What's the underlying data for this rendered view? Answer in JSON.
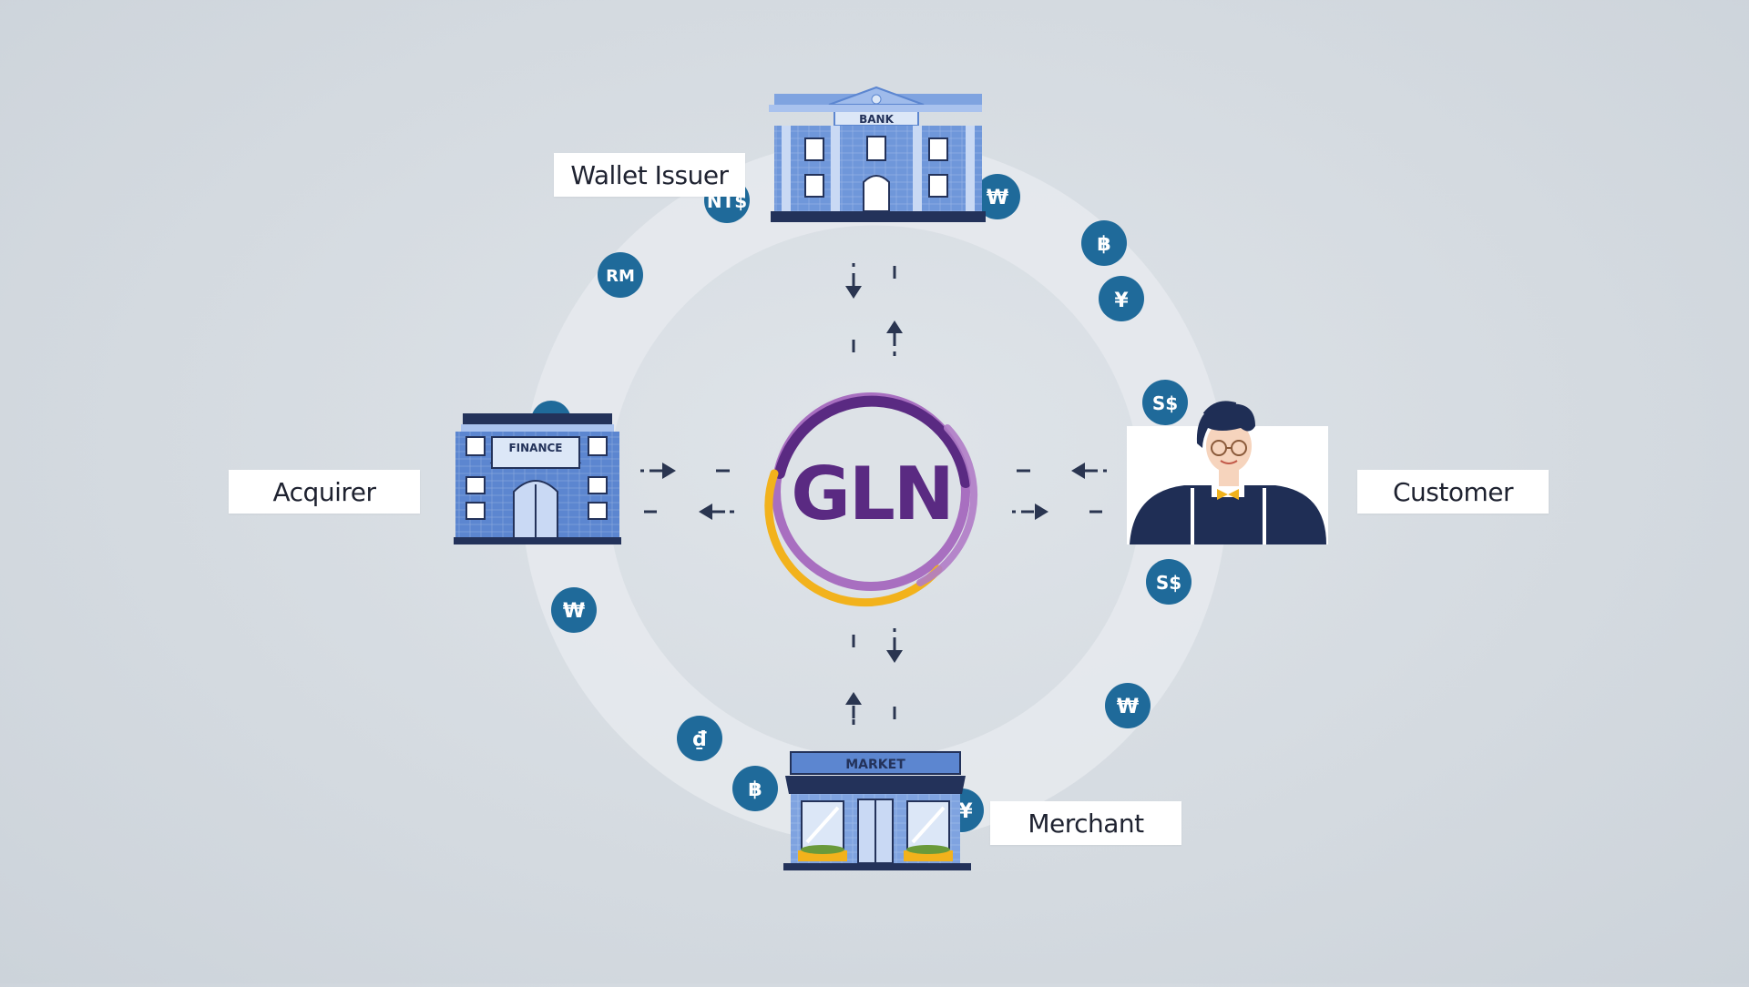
{
  "center": {
    "logo_text": "GLN"
  },
  "labels": {
    "wallet_issuer": "Wallet Issuer",
    "acquirer": "Acquirer",
    "customer": "Customer",
    "merchant": "Merchant"
  },
  "buildings": {
    "bank_sign": "BANK",
    "finance_sign": "FINANCE",
    "market_sign": "MARKET"
  },
  "currency_coins": [
    "NT$",
    "₩",
    "RM",
    "฿",
    "¥",
    "S$",
    "S$",
    "₩",
    "₩",
    "₫",
    "฿",
    "¥"
  ],
  "colors": {
    "background": "#d4dae0",
    "ring": "#e6e9ed",
    "coin": "#1f6a9a",
    "arrow": "#2a3550",
    "logo_purple": "#5a2a82",
    "logo_ring_purple": "#8e4aa8",
    "logo_ring_yellow": "#f2b21c",
    "building_blue": "#5c86d0",
    "building_dark": "#23325a",
    "suit": "#1f2e55",
    "bowtie": "#f0b21c"
  }
}
